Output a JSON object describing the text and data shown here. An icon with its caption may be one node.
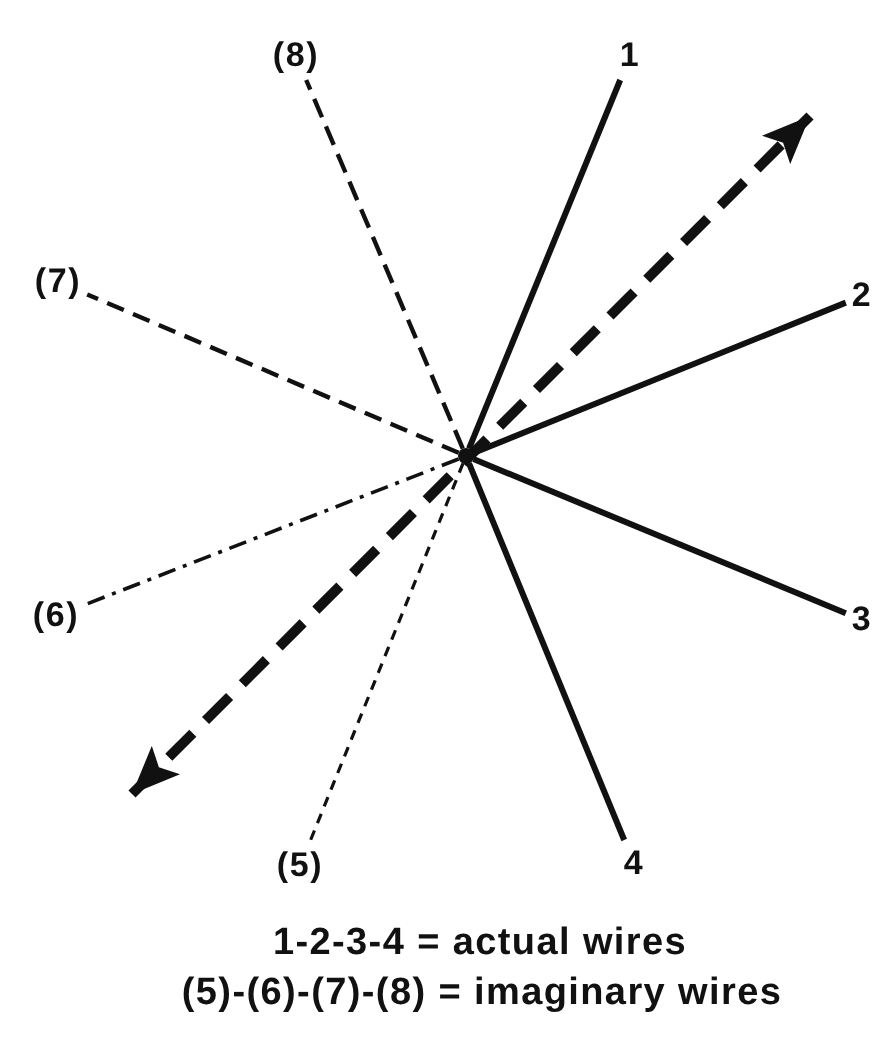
{
  "diagram": {
    "nodes": [
      {
        "text": [
          "(8)"
        ]
      },
      {
        "text": [
          "1"
        ]
      },
      {
        "text": [
          "(7)"
        ]
      },
      {
        "text": [
          "2"
        ]
      },
      {
        "text": [],
        "shape": "point"
      },
      {
        "text": [
          "(6)"
        ]
      },
      {
        "text": [
          "3"
        ]
      },
      {
        "text": [
          "(5)"
        ]
      },
      {
        "text": [
          "4"
        ]
      }
    ],
    "edges": [
      {
        "from": 4,
        "to": 1,
        "arrow": "none"
      },
      {
        "from": 4,
        "to": 3,
        "arrow": "none"
      },
      {
        "from": 4,
        "to": 6,
        "arrow": "none"
      },
      {
        "from": 4,
        "to": 8,
        "arrow": "none"
      },
      {
        "from": 4,
        "to": 7,
        "arrow": "none",
        "style": "dashed"
      },
      {
        "from": 4,
        "to": 5,
        "arrow": "none",
        "style": "dashed"
      },
      {
        "from": 4,
        "to": 2,
        "arrow": "none",
        "style": "dashed"
      },
      {
        "from": 4,
        "to": 0,
        "arrow": "none",
        "style": "dashed"
      }
    ],
    "labels": [
      "1-2-3-4 = actual wires",
      "(5)-(6)-(7)-(8) = imaginary wires"
    ]
  }
}
